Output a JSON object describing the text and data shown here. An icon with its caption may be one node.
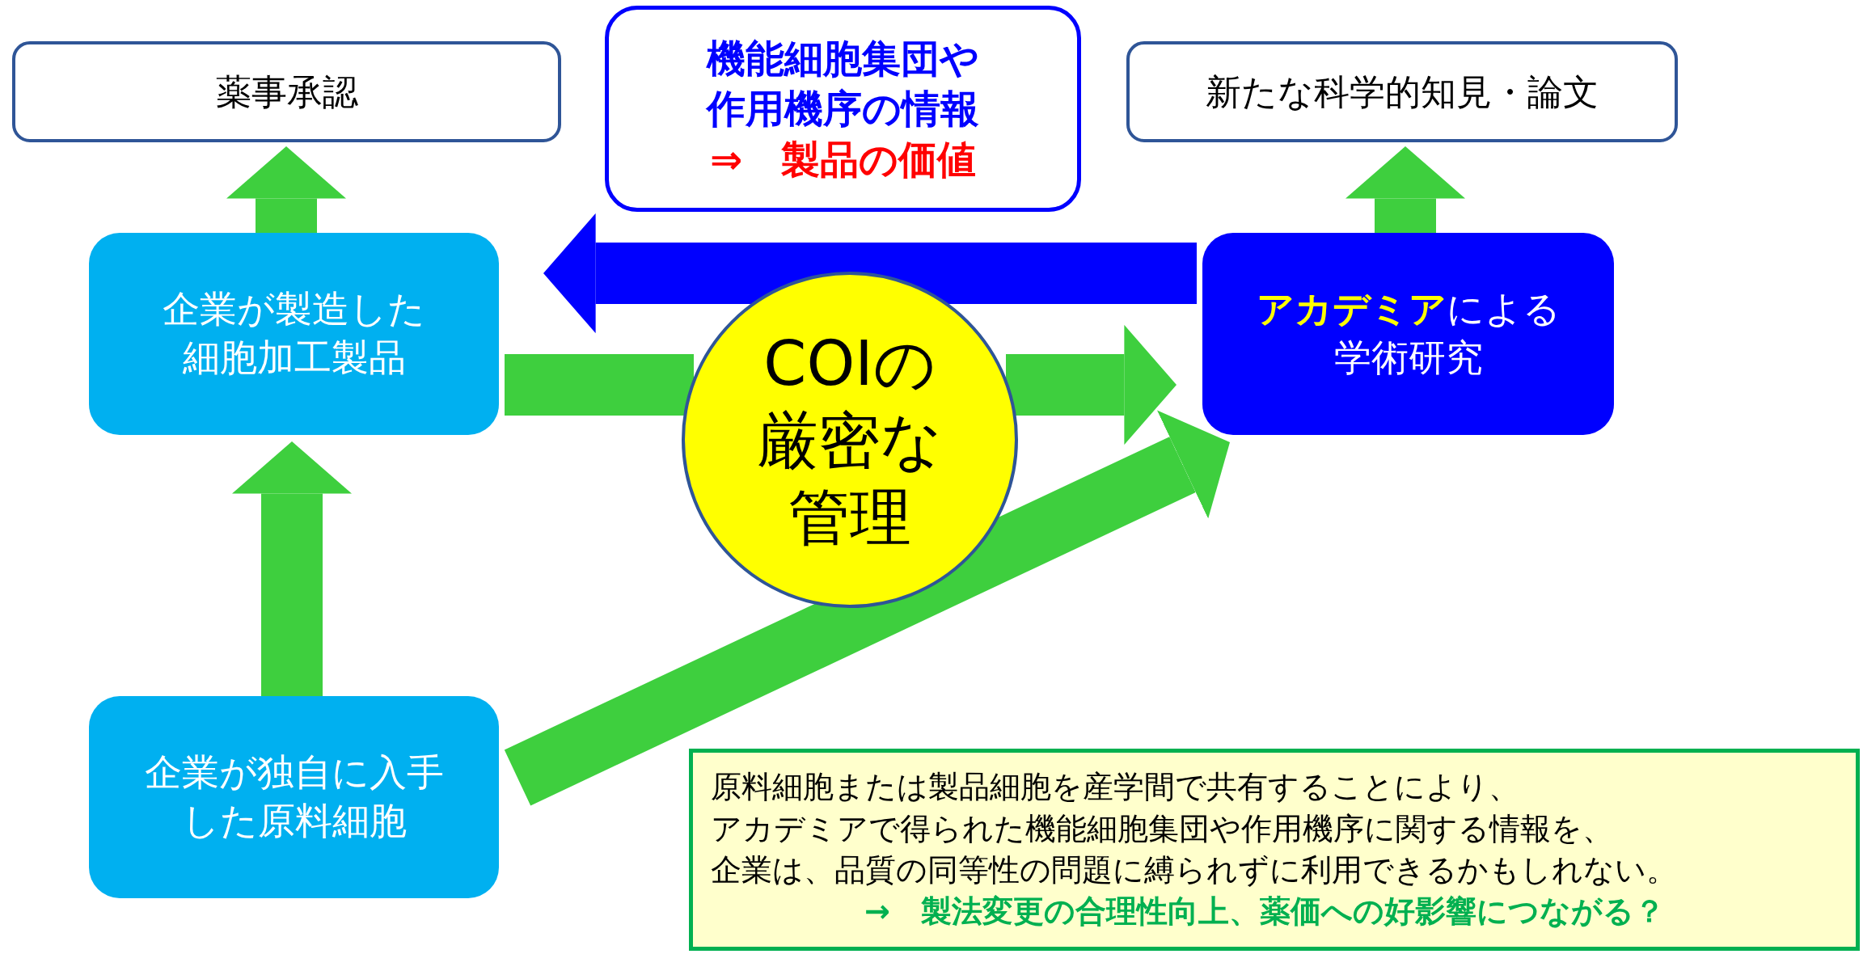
{
  "diagram": {
    "nodes": [
      {
        "text": [
          "薬事承認"
        ]
      },
      {
        "text": [
          "機能細胞集団や作用機序の情報",
          "⇒　製品の価値"
        ]
      },
      {
        "text": [
          "新たな科学的知見・論文"
        ]
      },
      {
        "text": [
          "企業が製造した細胞加工製品"
        ]
      },
      {
        "text": [
          "COIの厳密な管理"
        ]
      },
      {
        "text": [
          "**アカデミア**による学術研究"
        ]
      },
      {
        "text": [
          "企業が独自に入手した原料細胞"
        ]
      },
      {
        "text": [
          "原料細胞または製品細胞を産学間で共有することにより、",
          "アカデミアで得られた機能細胞集団や作用機序に関する情報を、",
          "企業は、品質の同等性の問題に縛られずに利用できるかもしれない。",
          "→　製法変更の合理性向上、薬価への好影響につながる？"
        ]
      }
    ],
    "edges": [
      {
        "from": 3,
        "to": 0,
        "arrow": "to"
      },
      {
        "from": 5,
        "to": 2,
        "arrow": "to"
      },
      {
        "from": 6,
        "to": 3,
        "arrow": "to"
      },
      {
        "from": 5,
        "to": 3,
        "arrow": "to",
        "color": "#0000ff"
      },
      {
        "from": 3,
        "to": 4,
        "arrow": "none"
      },
      {
        "from": 4,
        "to": 5,
        "arrow": "to"
      },
      {
        "from": 6,
        "to": 5,
        "arrow": "to"
      }
    ]
  }
}
